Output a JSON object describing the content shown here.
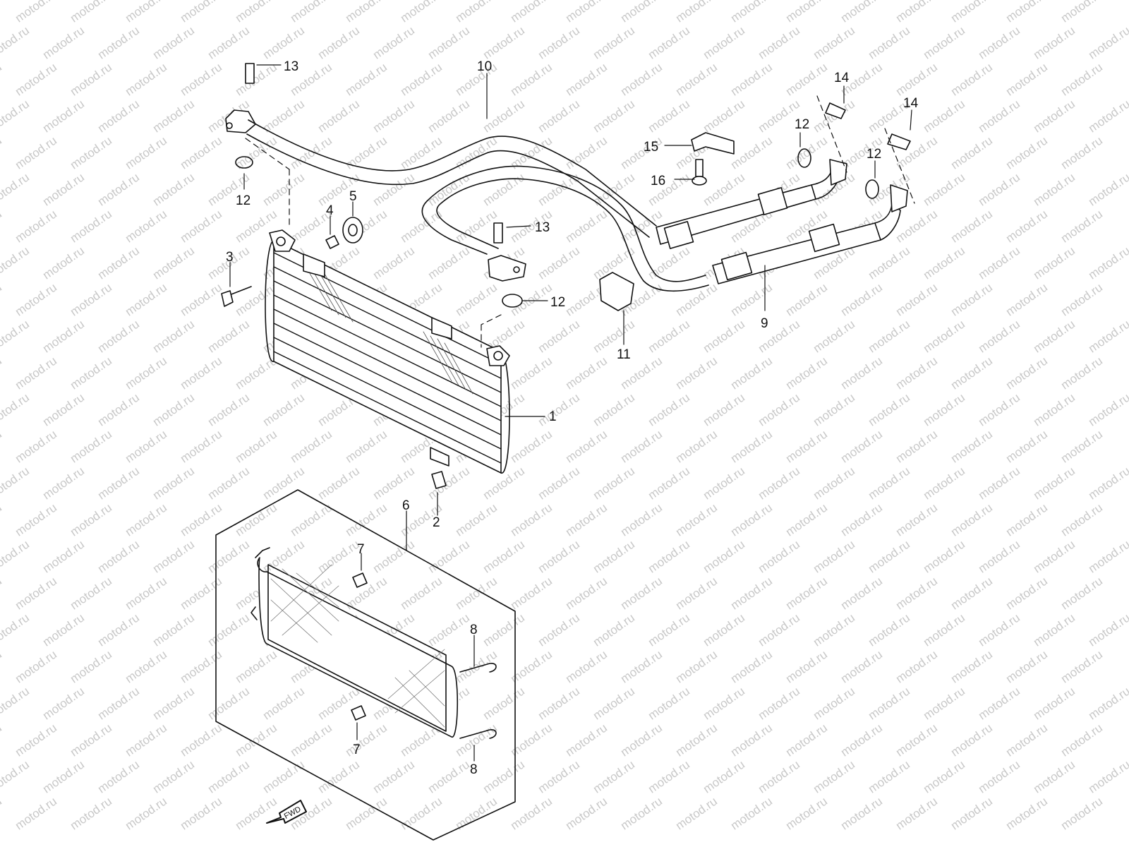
{
  "watermark": {
    "text": "motod.ru"
  },
  "fwd_arrow": {
    "label": "FWD"
  },
  "callouts": {
    "c1": "1",
    "c2": "2",
    "c3": "3",
    "c4": "4",
    "c5": "5",
    "c6": "6",
    "c7a": "7",
    "c7b": "7",
    "c8a": "8",
    "c8b": "8",
    "c9": "9",
    "c10": "10",
    "c11": "11",
    "c12a": "12",
    "c12b": "12",
    "c12c": "12",
    "c12d": "12",
    "c13a": "13",
    "c13b": "13",
    "c14a": "14",
    "c14b": "14",
    "c15": "15",
    "c16": "16"
  }
}
